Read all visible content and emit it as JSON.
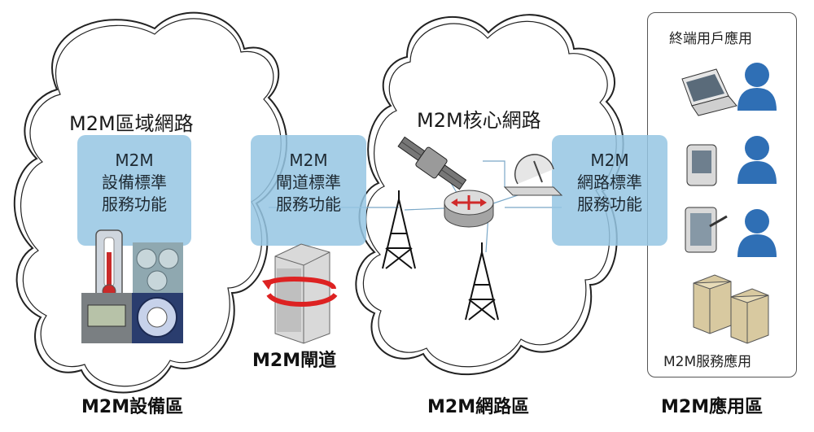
{
  "clouds": {
    "device": {
      "title": "M2M區域網路"
    },
    "network": {
      "title": "M2M核心網路"
    }
  },
  "boxes": {
    "device": [
      "M2M",
      "設備標準",
      "服務功能"
    ],
    "gateway": [
      "M2M",
      "閘道標準",
      "服務功能"
    ],
    "network": [
      "M2M",
      "網路標準",
      "服務功能"
    ]
  },
  "labels": {
    "gateway": "M2M閘道",
    "device_zone": "M2M設備區",
    "network_zone": "M2M網路區",
    "app_zone": "M2M應用區"
  },
  "app_panel": {
    "title": "終端用戶應用",
    "service_label": "M2M服務應用"
  },
  "colors": {
    "box_fill": "#95c6e3",
    "user_blue": "#2f6fb5",
    "router_red": "#d02a2a",
    "outline": "#222222"
  },
  "icons": [
    "thermometer-icon",
    "meter-photo-icon",
    "gateway-server-icon",
    "satellite-icon",
    "router-icon",
    "dish-icon",
    "tower-icon",
    "laptop-icon",
    "pda-icon",
    "tablet-icon",
    "user-icon",
    "server-icon"
  ]
}
